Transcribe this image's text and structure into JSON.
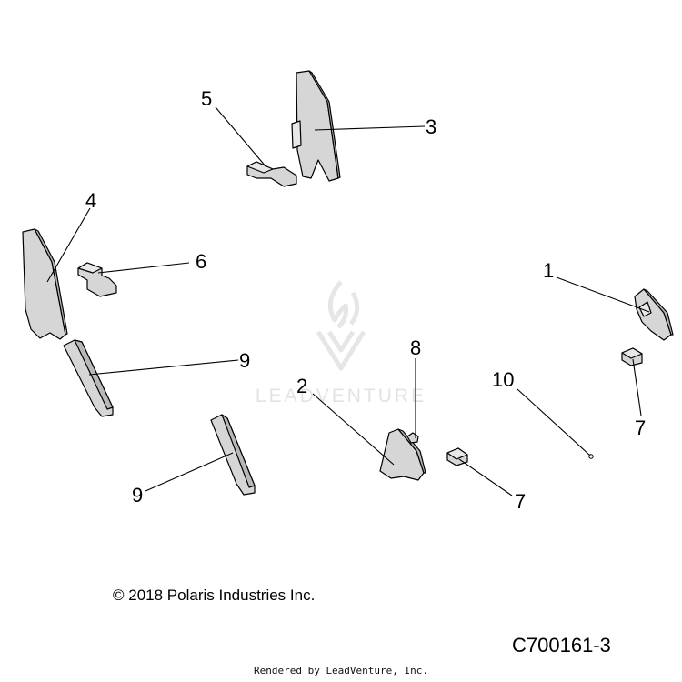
{
  "diagram": {
    "callouts": [
      {
        "id": "c5",
        "label": "5"
      },
      {
        "id": "c3",
        "label": "3"
      },
      {
        "id": "c4",
        "label": "4"
      },
      {
        "id": "c6",
        "label": "6"
      },
      {
        "id": "c1",
        "label": "1"
      },
      {
        "id": "c9a",
        "label": "9"
      },
      {
        "id": "c8",
        "label": "8"
      },
      {
        "id": "c10",
        "label": "10"
      },
      {
        "id": "c2",
        "label": "2"
      },
      {
        "id": "c7a",
        "label": "7"
      },
      {
        "id": "c9b",
        "label": "9"
      },
      {
        "id": "c7b",
        "label": "7"
      }
    ],
    "copyright": "© 2018 Polaris Industries Inc.",
    "drawing_id": "C700161-3"
  },
  "watermark": {
    "text": "LEADVENTURE"
  },
  "footer": {
    "rendered_by": "Rendered by LeadVenture, Inc."
  },
  "colors": {
    "part_fill": "#d6d6d6",
    "watermark": "#e3e3e3"
  }
}
